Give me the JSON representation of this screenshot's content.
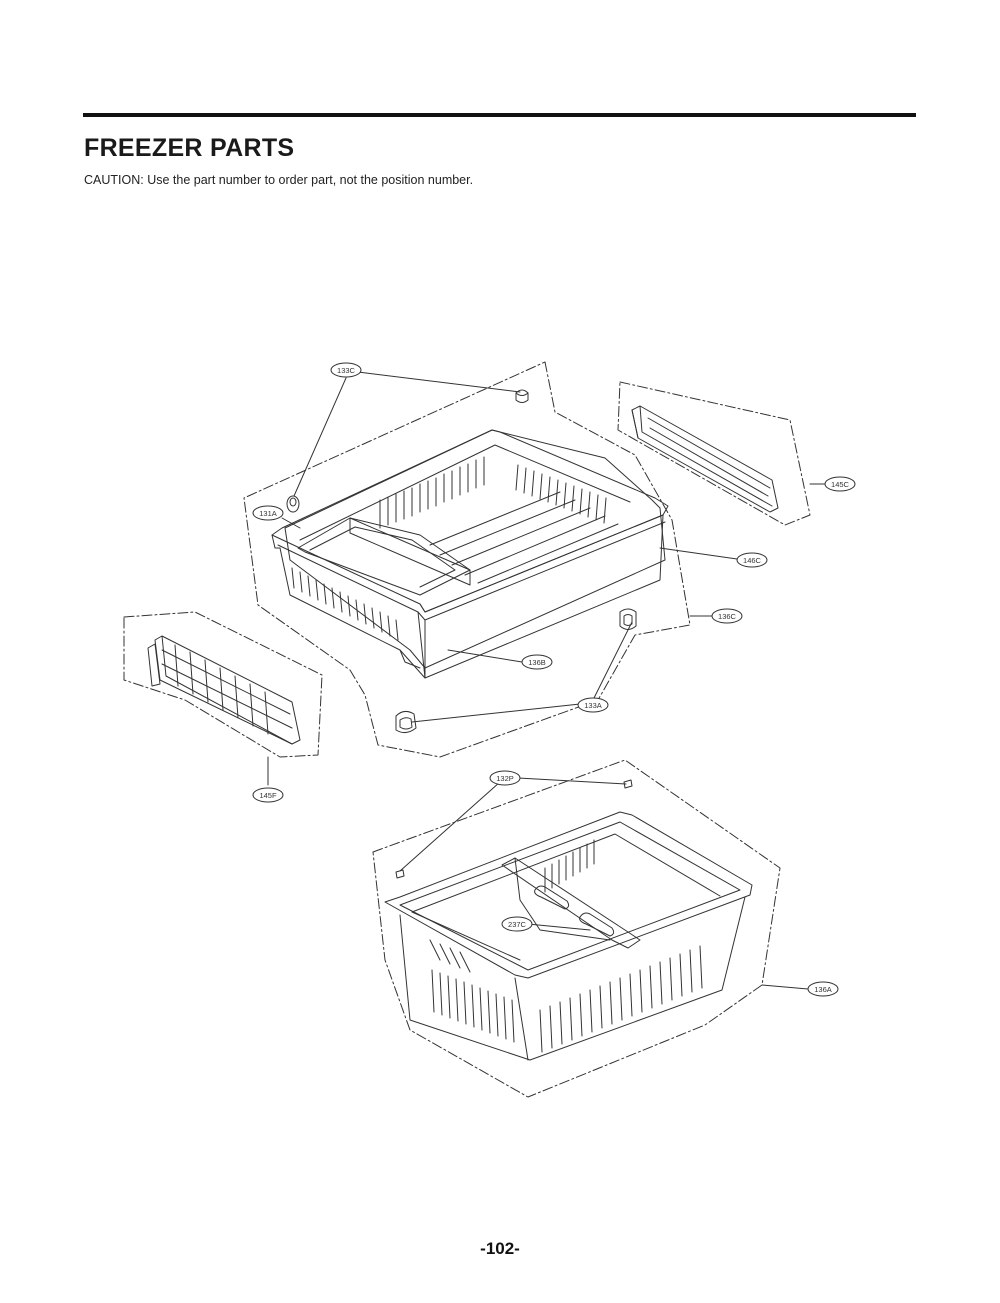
{
  "page": {
    "title": "FREEZER PARTS",
    "caution": "CAUTION: Use the part number to order part, not the position number.",
    "page_number": "-102-"
  },
  "callouts": {
    "c133C": "133C",
    "c131A": "131A",
    "c145C": "145C",
    "c146C": "146C",
    "c136C": "136C",
    "c136B": "136B",
    "c133A": "133A",
    "c145F": "145F",
    "c132P": "132P",
    "c237C": "237C",
    "c136A": "136A"
  },
  "colors": {
    "ink": "#111111",
    "line": "#333333",
    "paper": "#ffffff"
  }
}
